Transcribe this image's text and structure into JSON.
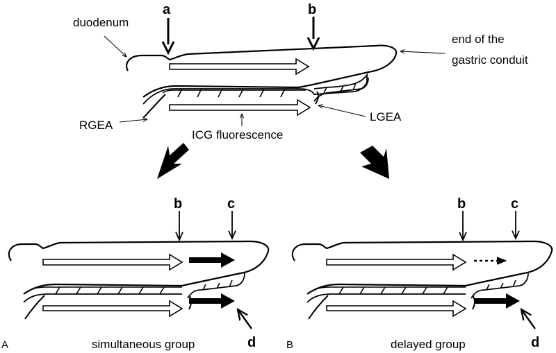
{
  "top_labels": {
    "duodenum": "duodenum",
    "a": "a",
    "b": "b",
    "end_line1": "end of the",
    "end_line2": "gastric conduit",
    "rgea": "RGEA",
    "lgea": "LGEA",
    "icg": "ICG fluorescence"
  },
  "panel_a": {
    "letter": "A",
    "caption": "simultaneous group",
    "b": "b",
    "c": "c",
    "d": "d"
  },
  "panel_b": {
    "letter": "B",
    "caption": "delayed group",
    "b": "b",
    "c": "c",
    "d": "d"
  },
  "colors": {
    "line": "#000000",
    "background": "#ffffff"
  }
}
